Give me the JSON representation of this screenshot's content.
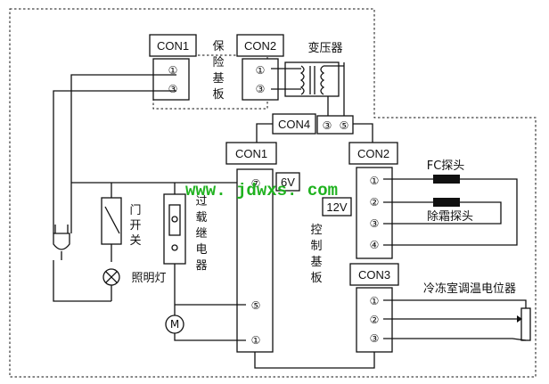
{
  "protection_board": {
    "con1": "CON1",
    "con2": "CON2",
    "con1_pins": [
      "①",
      "③"
    ],
    "con2_pins": [
      "①",
      "③"
    ],
    "label_chars": [
      "保",
      "险",
      "基",
      "板"
    ]
  },
  "transformer": {
    "label": "变压器"
  },
  "con4": {
    "label": "CON4",
    "pins": [
      "③",
      "⑤"
    ]
  },
  "control_board": {
    "con1": "CON1",
    "con2": "CON2",
    "con3": "CON3",
    "con1_pins": [
      "⑦",
      "⑤",
      "①"
    ],
    "con2_pins": [
      "①",
      "②",
      "③",
      "④"
    ],
    "con3_pins": [
      "①",
      "②",
      "③"
    ],
    "voltage_6v": "6V",
    "voltage_12v": "12V",
    "label_chars": [
      "控",
      "制",
      "基",
      "板"
    ]
  },
  "fc_probe": {
    "label": "FC探头"
  },
  "defrost_probe": {
    "label": "除霜探头"
  },
  "door_switch": {
    "label_chars": [
      "门",
      "开",
      "关"
    ]
  },
  "overload_relay": {
    "label_chars": [
      "过",
      "载",
      "继",
      "电",
      "器"
    ]
  },
  "lamp": {
    "label": "照明灯"
  },
  "motor": {
    "label": "M"
  },
  "potentiometer": {
    "label": "冷冻室调温电位器"
  },
  "watermark": {
    "text": "www. jdwxs. com",
    "color": "#1fb21f"
  }
}
